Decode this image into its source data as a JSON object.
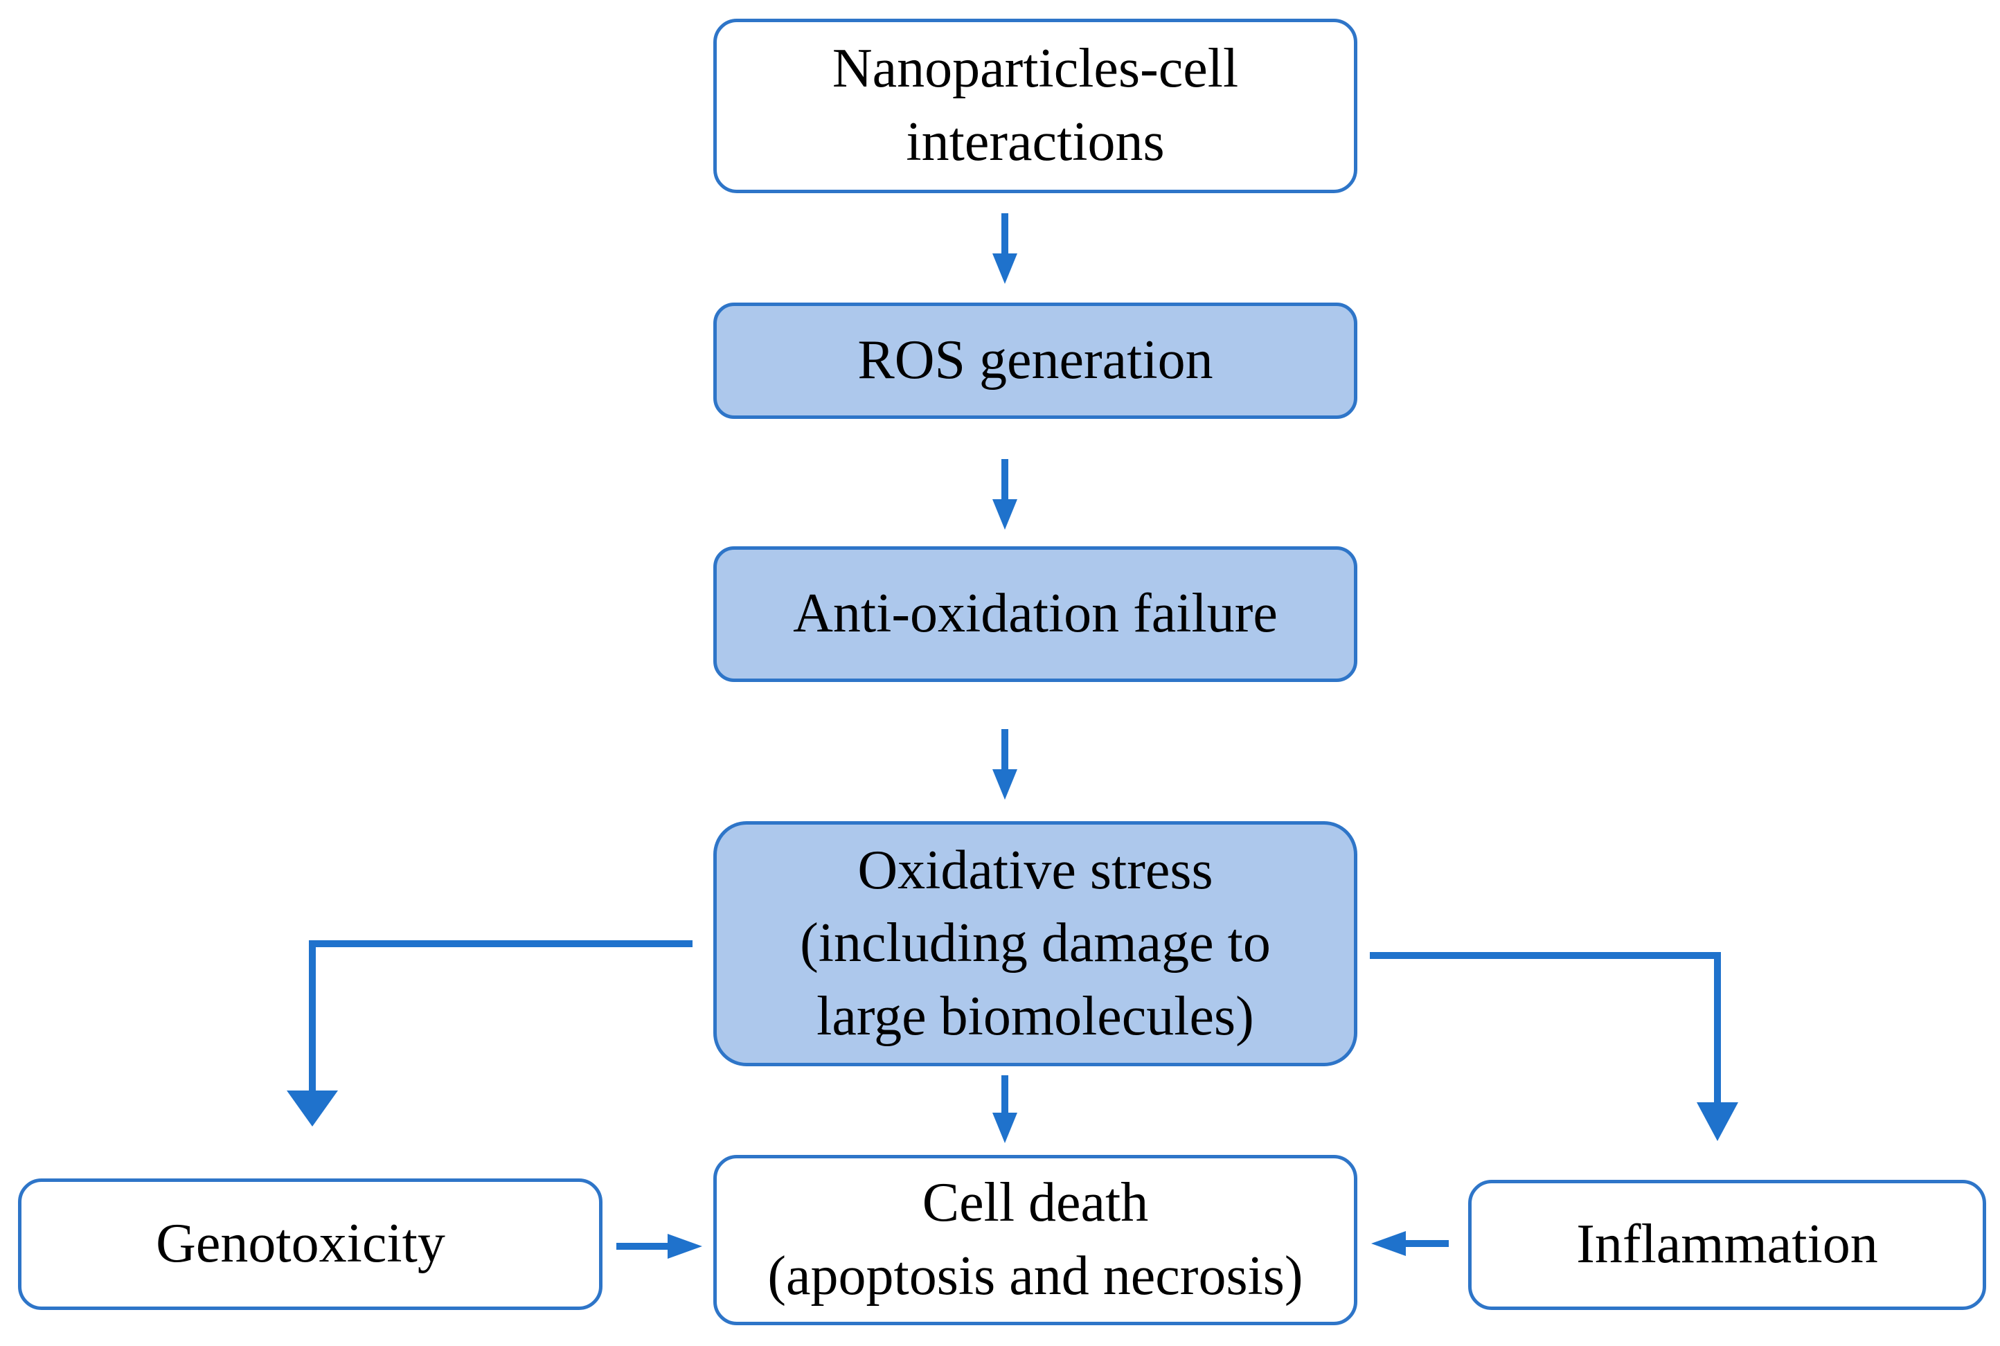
{
  "diagram": {
    "nodes": {
      "interactions": {
        "lines": [
          "Nanoparticles-cell",
          "interactions"
        ]
      },
      "ros": {
        "lines": [
          "ROS generation"
        ]
      },
      "antioxidation": {
        "lines": [
          "Anti-oxidation failure"
        ]
      },
      "oxidative_stress": {
        "lines": [
          "Oxidative stress",
          "(including damage to",
          "large biomolecules)"
        ]
      },
      "cell_death": {
        "lines": [
          "Cell death",
          "(apoptosis and necrosis)"
        ]
      },
      "genotoxicity": {
        "lines": [
          "Genotoxicity"
        ]
      },
      "inflammation": {
        "lines": [
          "Inflammation"
        ]
      }
    },
    "edges": [
      {
        "from": "interactions",
        "to": "ros"
      },
      {
        "from": "ros",
        "to": "antioxidation"
      },
      {
        "from": "antioxidation",
        "to": "oxidative_stress"
      },
      {
        "from": "oxidative_stress",
        "to": "cell_death"
      },
      {
        "from": "oxidative_stress",
        "to": "genotoxicity"
      },
      {
        "from": "oxidative_stress",
        "to": "inflammation"
      },
      {
        "from": "genotoxicity",
        "to": "cell_death"
      },
      {
        "from": "inflammation",
        "to": "cell_death"
      }
    ],
    "colors": {
      "stroke": "#2E75C8",
      "arrow": "#1F72CC",
      "fill_highlight": "#ADC8EC",
      "fill_plain": "#FFFFFF",
      "text": "#000000"
    }
  }
}
